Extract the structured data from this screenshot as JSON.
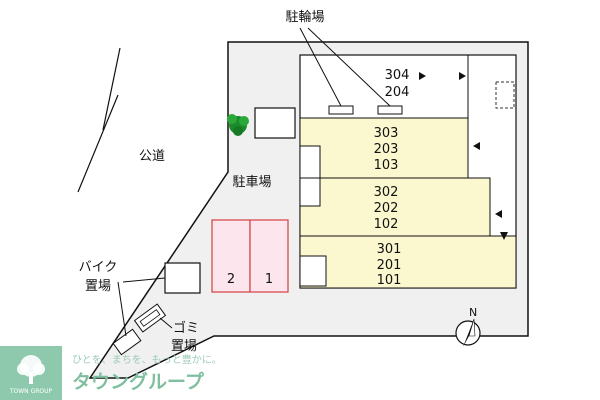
{
  "labels": {
    "bicycle_parking": "駐輪場",
    "public_road": "公道",
    "car_parking": "駐車場",
    "bike_parking_line1": "バイク",
    "bike_parking_line2": "置場",
    "garbage_line1": "ゴミ",
    "garbage_line2": "置場",
    "north": "N"
  },
  "parking_spaces": [
    {
      "number": "2"
    },
    {
      "number": "1"
    }
  ],
  "units": {
    "top_row": [
      "304",
      "204"
    ],
    "row_a": [
      "303",
      "203",
      "103"
    ],
    "row_b": [
      "302",
      "202",
      "102"
    ],
    "row_c": [
      "301",
      "201",
      "101"
    ]
  },
  "brand": {
    "logo_text": "TOWN GROUP",
    "slogan": "ひとを、まちを、もっと豊かに。",
    "name": "タウングループ"
  },
  "colors": {
    "site": "#f0f0f0",
    "building": "#fbf8cf",
    "parking_space": "#fde5ee",
    "parking_border": "#d04040",
    "tree": "#1a8a2a",
    "brand_green": "#7fbf9f"
  }
}
